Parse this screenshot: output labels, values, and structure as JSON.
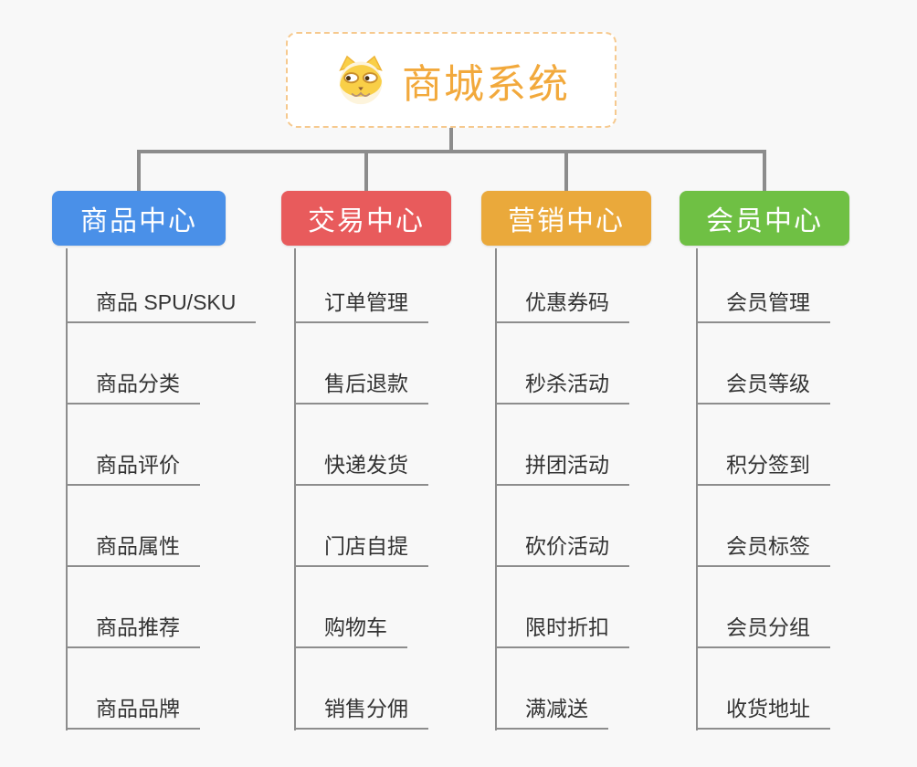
{
  "root": {
    "title": "商城系统",
    "icon": "dog-face-icon"
  },
  "branches": [
    {
      "label": "商品中心",
      "color": "#4a90e8",
      "children": [
        "商品 SPU/SKU",
        "商品分类",
        "商品评价",
        "商品属性",
        "商品推荐",
        "商品品牌"
      ]
    },
    {
      "label": "交易中心",
      "color": "#e85b5c",
      "children": [
        "订单管理",
        "售后退款",
        "快递发货",
        "门店自提",
        "购物车",
        "销售分佣"
      ]
    },
    {
      "label": "营销中心",
      "color": "#eaa93b",
      "children": [
        "优惠券码",
        "秒杀活动",
        "拼团活动",
        "砍价活动",
        "限时折扣",
        "满减送"
      ]
    },
    {
      "label": "会员中心",
      "color": "#6fc044",
      "children": [
        "会员管理",
        "会员等级",
        "积分签到",
        "会员标签",
        "会员分组",
        "收货地址"
      ]
    }
  ],
  "colors": {
    "background": "#f8f8f8",
    "connector": "#8c8c8c",
    "root_accent": "#f2a93c",
    "root_border": "#f6c98e",
    "leaf_text": "#333333"
  }
}
